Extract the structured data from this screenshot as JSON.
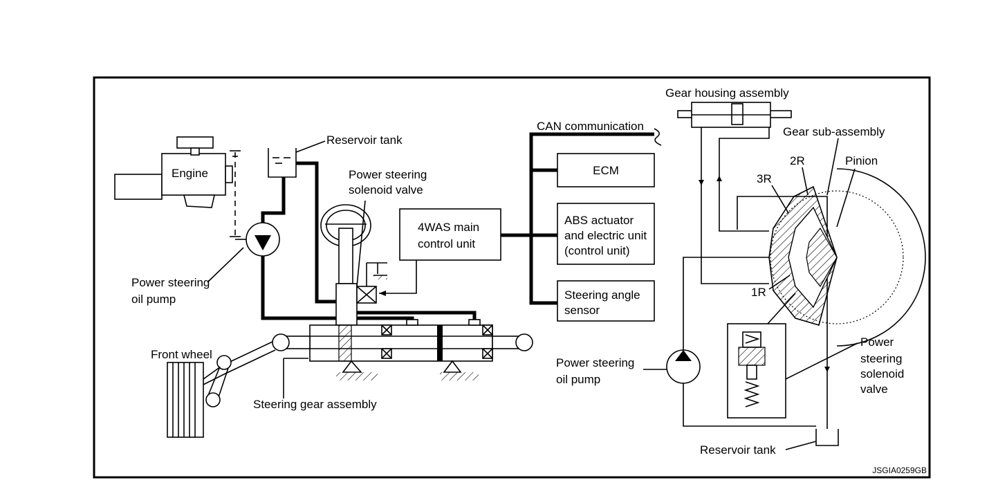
{
  "labels": {
    "engine": "Engine",
    "reservoir_tank_left": "Reservoir tank",
    "ps_solenoid_valve_left": [
      "Power steering",
      "solenoid valve"
    ],
    "ps_oil_pump_left": [
      "Power steering",
      "oil pump"
    ],
    "front_wheel": "Front wheel",
    "steering_gear_assembly": "Steering gear assembly",
    "main_control_unit": [
      "4WAS main",
      "control unit"
    ],
    "can_communication": "CAN communication",
    "ecm": "ECM",
    "abs_unit": [
      "ABS actuator",
      "and electric unit",
      "(control unit)"
    ],
    "steering_angle_sensor": [
      "Steering angle",
      "sensor"
    ],
    "gear_housing_assembly": "Gear housing assembly",
    "gear_sub_assembly": "Gear sub-assembly",
    "pinion": "Pinion",
    "chamber_2r": "2R",
    "chamber_3r": "3R",
    "chamber_1r": "1R",
    "ps_oil_pump_right": [
      "Power steering",
      "oil pump"
    ],
    "ps_solenoid_valve_right": [
      "Power",
      "steering",
      "solenoid",
      "valve"
    ],
    "reservoir_tank_right": "Reservoir tank",
    "figure_code": "JSGIA0259GB"
  }
}
